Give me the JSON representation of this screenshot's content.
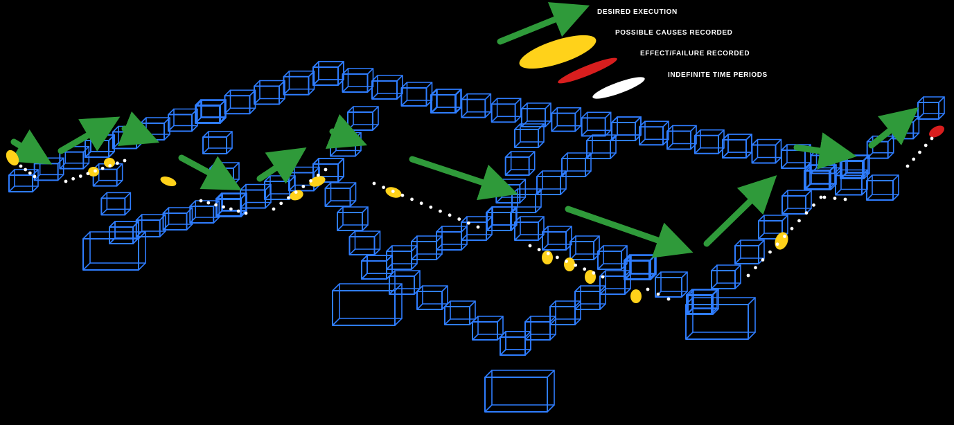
{
  "legend": {
    "desired_execution": "DESIRED EXECUTION",
    "possible_causes": "POSSIBLE CAUSES RECORDED",
    "effect_failure": "EFFECT/FAILURE RECORDED",
    "indefinite_time": "INDEFINITE TIME PERIODS"
  },
  "colors": {
    "background": "#000000",
    "lattice": "#2f7dff",
    "desired_execution": "#2f9a3a",
    "possible_causes": "#ffd21a",
    "effect_failure": "#d81e1e",
    "indefinite_time": "#ffffff"
  }
}
